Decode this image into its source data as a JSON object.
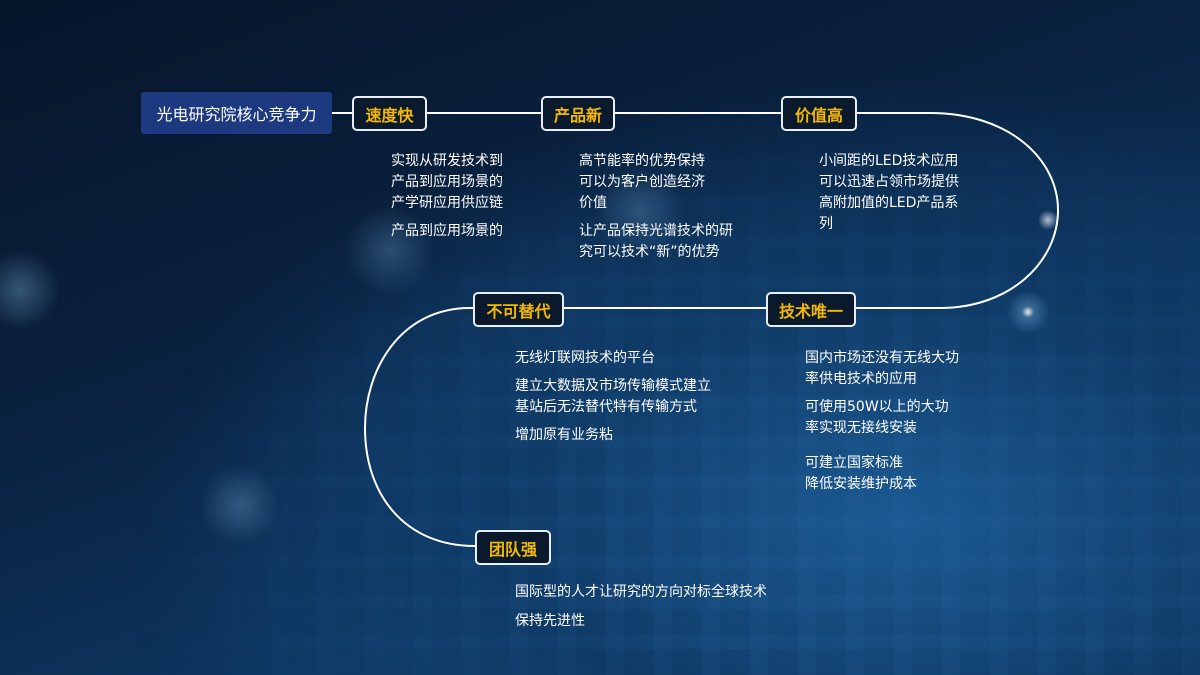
{
  "title": "光电研究院核心竞争力",
  "nodes": [
    {
      "label": "速度快",
      "paragraphs": [
        "实现从研发技术到\n产品到应用场景的\n产学研应用供应链",
        "产品到应用场景的"
      ]
    },
    {
      "label": "产品新",
      "paragraphs": [
        "高节能率的优势保持\n可以为客户创造经济\n价值",
        "让产品保持光谱技术的研\n究可以技术“新”的优势"
      ]
    },
    {
      "label": "价值高",
      "paragraphs": [
        "小间距的LED技术应用\n可以迅速占领市场提供\n高附加值的LED产品系\n列"
      ]
    },
    {
      "label": "技术唯一",
      "paragraphs": [
        "国内市场还没有无线大功\n率供电技术的应用",
        "可使用50W以上的大功\n率实现无接线安装",
        "可建立国家标准\n降低安装维护成本"
      ]
    },
    {
      "label": "不可替代",
      "paragraphs": [
        "无线灯联网技术的平台",
        "建立大数据及市场传输模式建立\n基站后无法替代特有传输方式",
        "增加原有业务粘"
      ]
    },
    {
      "label": "团队强",
      "paragraphs": [
        "国际型的人才让研究的方向对标全球技术",
        "保持先进性"
      ]
    }
  ],
  "colors": {
    "title_bg": "#1d3a80",
    "node_text": "#f5b800",
    "line": "#ffffff"
  }
}
